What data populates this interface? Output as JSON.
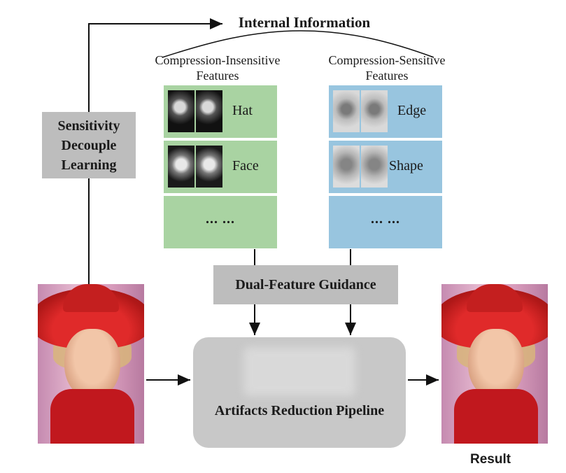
{
  "top": {
    "title": "Internal Information"
  },
  "sdl": {
    "label": "Sensitivity Decouple Learning"
  },
  "insensitive": {
    "header": "Compression-Insensitive Features",
    "items": [
      {
        "label": "Hat"
      },
      {
        "label": "Face"
      },
      {
        "label": "... ..."
      }
    ]
  },
  "sensitive": {
    "header": "Compression-Sensitive Features",
    "items": [
      {
        "label": "Edge"
      },
      {
        "label": "Shape"
      },
      {
        "label": "... ..."
      }
    ]
  },
  "guidance": {
    "label": "Dual-Feature Guidance"
  },
  "pipeline": {
    "label": "Artifacts Reduction Pipeline"
  },
  "output": {
    "label": "Result"
  },
  "colors": {
    "insensitive_fill": "#a9d3a2",
    "sensitive_fill": "#98c5df",
    "box_gray": "#bdbdbd",
    "pipeline_gray": "#c8c8c8",
    "arrow": "#111111"
  },
  "images": {
    "input": "woman-red-hat-photo",
    "output": "woman-red-hat-photo-restored"
  }
}
